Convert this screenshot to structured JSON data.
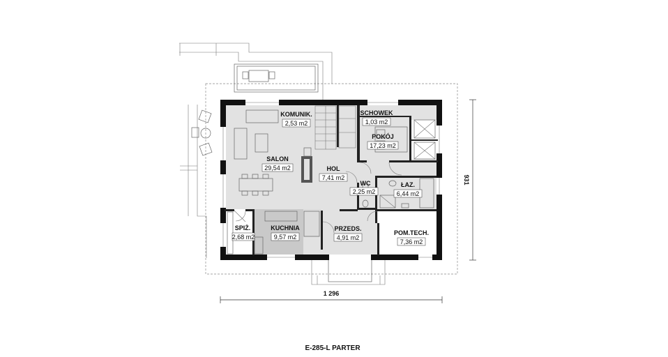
{
  "rooms": {
    "komunik": {
      "name": "KOMUNIK.",
      "area": "2,53 m2"
    },
    "schowek": {
      "name": "SCHOWEK",
      "area": "1,03 m2"
    },
    "pokoj": {
      "name": "POKÓJ",
      "area": "17,23 m2"
    },
    "salon": {
      "name": "SALON",
      "area": "29,54 m2"
    },
    "hol": {
      "name": "HOL",
      "area": "7,41 m2"
    },
    "wc": {
      "name": "WC",
      "area": "2,25 m2"
    },
    "laz": {
      "name": "ŁAZ.",
      "area": "6,44 m2"
    },
    "spiz": {
      "name": "SPIŻ.",
      "area": "2,68 m2"
    },
    "kuchnia": {
      "name": "KUCHNIA",
      "area": "9,57 m2"
    },
    "przeds": {
      "name": "PRZEDS.",
      "area": "4,91 m2"
    },
    "pomtech": {
      "name": "POM.TECH.",
      "area": "7,36 m2"
    }
  },
  "dimensions": {
    "width": "1 296",
    "depth": "931"
  },
  "caption": "E-285-L PARTER",
  "colors": {
    "floor": "#e2e2e2",
    "kitchen": "#c9c9c9",
    "wall": "#111111"
  }
}
